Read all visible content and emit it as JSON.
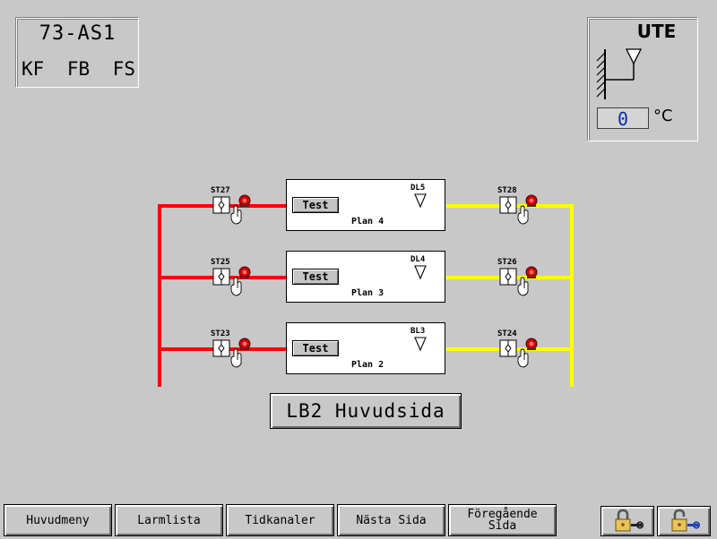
{
  "station": {
    "name": "73-AS1",
    "codes": [
      "KF",
      "FB",
      "FS"
    ]
  },
  "outdoor": {
    "title": "UTE",
    "temperature": "0",
    "unit": "°C"
  },
  "floors": [
    {
      "plan": "Plan 4",
      "detector": "DL5",
      "test_label": "Test",
      "left_damper": "ST27",
      "right_damper": "ST28"
    },
    {
      "plan": "Plan 3",
      "detector": "DL4",
      "test_label": "Test",
      "left_damper": "ST25",
      "right_damper": "ST26"
    },
    {
      "plan": "Plan 2",
      "detector": "BL3",
      "test_label": "Test",
      "left_damper": "ST23",
      "right_damper": "ST24"
    }
  ],
  "main_button": "LB2 Huvudsida",
  "nav": {
    "main_menu": "Huvudmeny",
    "alarm_list": "Larmlista",
    "time_channels": "Tidkanaler",
    "next_page": "Nästa Sida",
    "prev_page_1": "Föregående",
    "prev_page_2": "Sida"
  },
  "icons": {
    "lock": "lock-icon",
    "unlock": "unlock-icon",
    "alarm": "alarm-bell-icon",
    "hand": "manual-hand-icon",
    "detector": "smoke-detector-icon"
  },
  "colors": {
    "supply_line": "#ff0000",
    "exhaust_line": "#ffff00",
    "alarm": "#cc0000",
    "background": "#c8c8c8"
  }
}
